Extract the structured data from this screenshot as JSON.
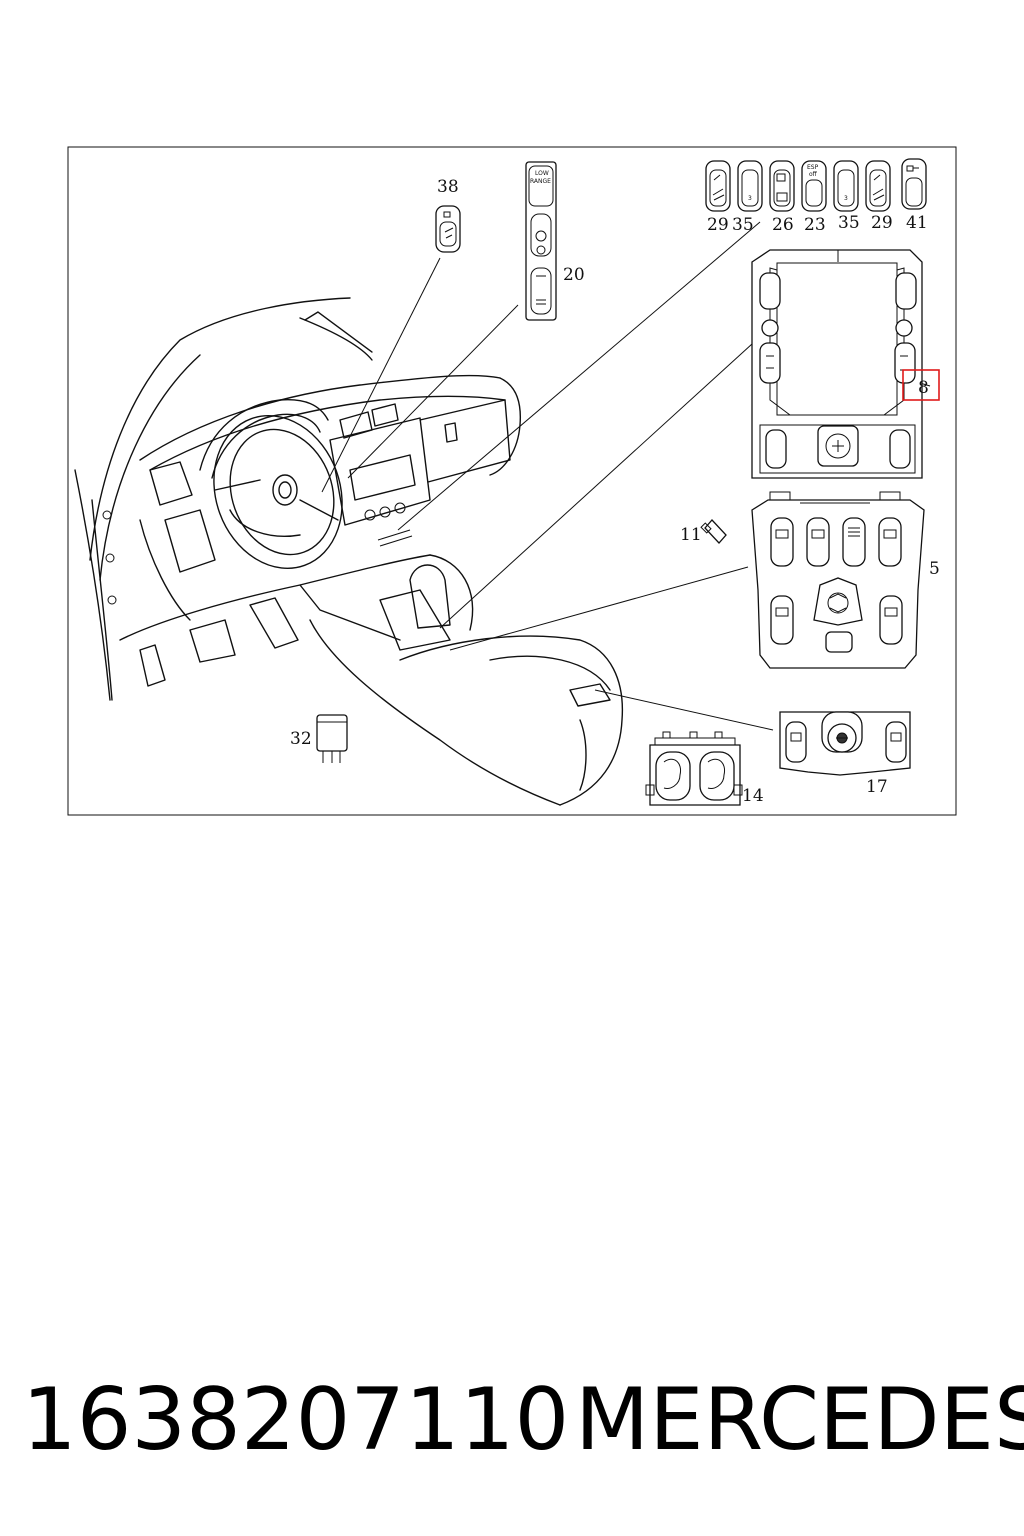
{
  "caption": {
    "part_number": "1638207110",
    "brand": "MERCEDES"
  },
  "callouts": {
    "c38": "38",
    "c20": "20",
    "c29a": "29",
    "c35a": "35",
    "c26": "26",
    "c23": "23",
    "c35b": "35",
    "c29b": "29",
    "c41": "41",
    "c8": "8",
    "c11": "11",
    "c5": "5",
    "c32": "32",
    "c17": "17",
    "c14": "14"
  },
  "switch_text": {
    "low_range_1": "LOW",
    "low_range_2": "RANGE",
    "esp_1": "ESP",
    "esp_2": "off",
    "num_3a": "3",
    "num_3b": "3"
  },
  "highlight_color": "#e01b1b"
}
